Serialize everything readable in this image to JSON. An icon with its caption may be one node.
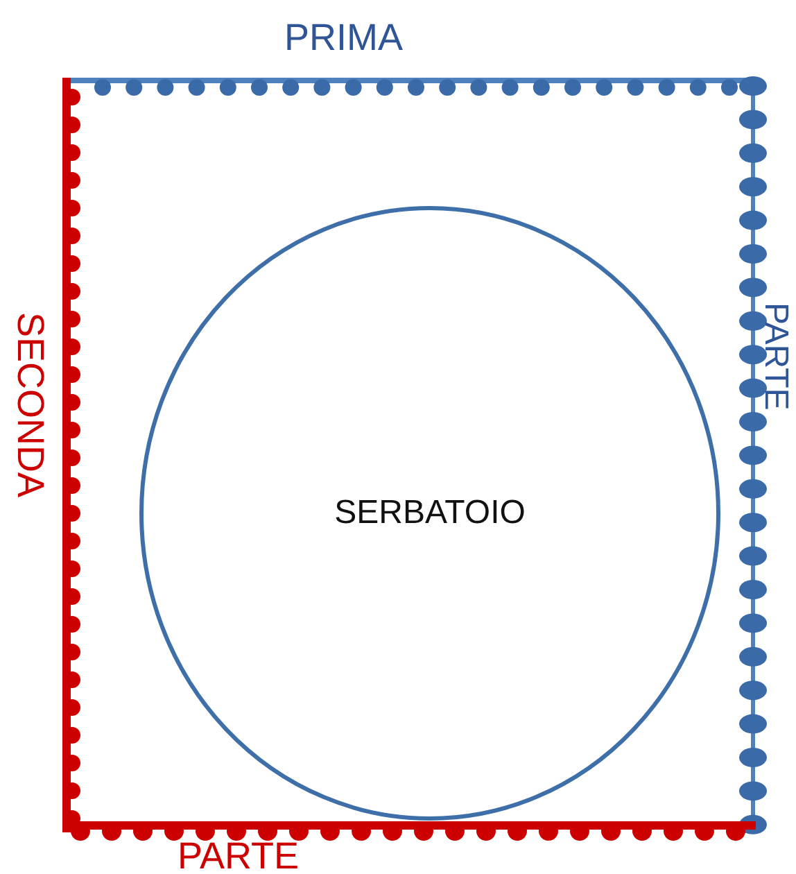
{
  "diagram": {
    "nodes": [
      {
        "text": [
          "SERBATOIO"
        ]
      }
    ],
    "labels": [
      "PRIMA",
      "PARTE",
      "SECONDA",
      "PARTE"
    ]
  }
}
